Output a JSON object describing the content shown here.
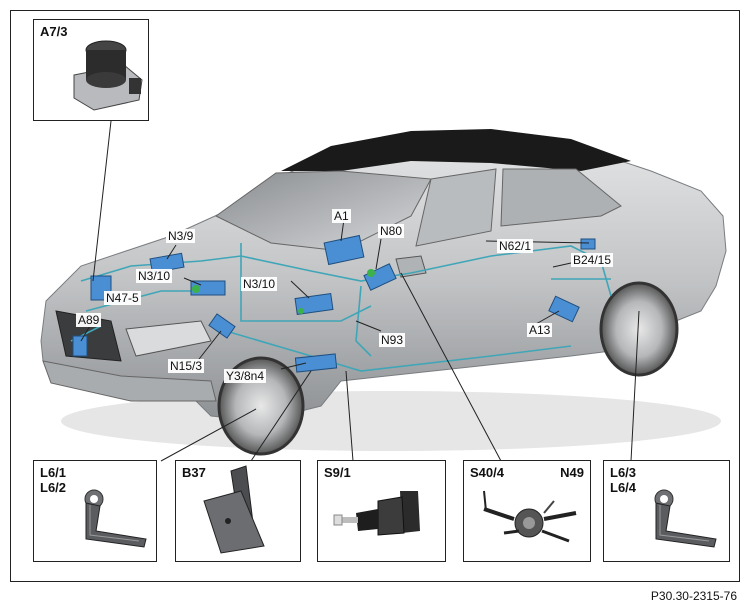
{
  "figure_code": "P30.30-2315-76",
  "callouts": {
    "a1": "A1",
    "a13": "A13",
    "a89": "A89",
    "n3_9": "N3/9",
    "n3_10_left": "N3/10",
    "n3_10_center": "N3/10",
    "n47_5": "N47-5",
    "n15_3": "N15/3",
    "y3_8n4": "Y3/8n4",
    "n80": "N80",
    "n93": "N93",
    "n62_1": "N62/1",
    "b24_15": "B24/15"
  },
  "insets": {
    "a7_3": "A7/3",
    "l6_1": "L6/1",
    "l6_2": "L6/2",
    "b37": "B37",
    "s9_1": "S9/1",
    "s40_4": "S40/4",
    "n49": "N49",
    "l6_3": "L6/3",
    "l6_4": "L6/4"
  },
  "colors": {
    "wiring": "#3fa6b8",
    "component": "#4a8fd4",
    "highlight_green": "#3cb24a",
    "car_body": "#c4c6c8",
    "roof": "#151515"
  }
}
